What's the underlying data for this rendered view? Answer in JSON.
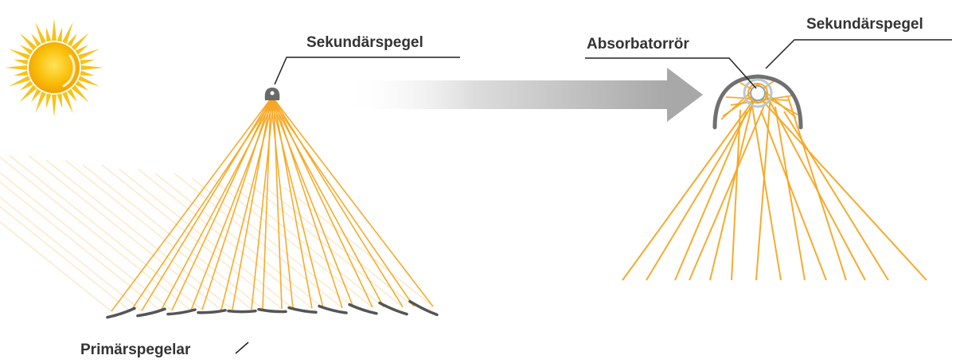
{
  "labels": {
    "secondary_mirror_left": "Sekundärspegel",
    "primary_mirrors": "Primärspegelar",
    "absorber_tube": "Absorbatorrör",
    "secondary_mirror_right": "Sekundärspegel"
  },
  "colors": {
    "ray": "#F5A623",
    "mirror": "#555555",
    "leader_line": "#222222",
    "label_text": "#333333",
    "sun_core": "#F8B500",
    "sun_rays": "#F7C21B",
    "arrow": "#B0B0B0",
    "absorber_ring": "#9BB0C0"
  },
  "icons": {
    "sun": "sun-icon",
    "arrow": "arrow-right-icon"
  }
}
